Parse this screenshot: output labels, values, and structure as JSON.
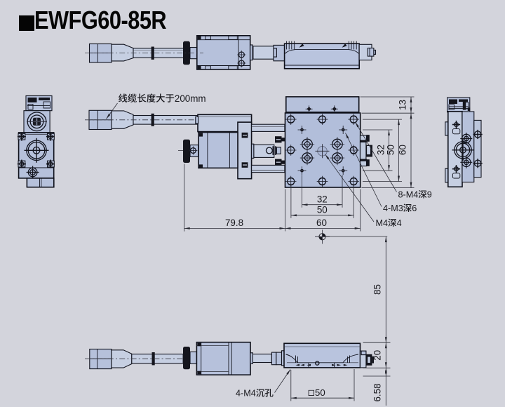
{
  "page": {
    "background": "#d4d5dd",
    "drawing_type": "mechanical-drawing"
  },
  "title": {
    "bullet": "■",
    "text": "EWFG60-85R"
  },
  "annotations": {
    "cable_note": "线缆长度大于200mm",
    "holes_m4_top": "8-M4深9",
    "holes_m3_top": "4-M3深6",
    "hole_m4_center": "M4深4",
    "holes_m4_cbore": "4-M4沉孔"
  },
  "dimensions": {
    "plate_strip_height": "13",
    "holes_m3_span_v": "32",
    "holes_m4_span_v": "50",
    "plate_size_v": "60",
    "holes_m3_span_h": "32",
    "holes_m4_span_h": "50",
    "plate_size_h": "60",
    "motor_length": "79.8",
    "center_height": "85",
    "body_height": "20",
    "base_lip": "6.58",
    "mount_square": "□50"
  },
  "colors": {
    "background": "#d4d5dd",
    "part_fill": "#b6c1db",
    "part_fill_light": "#c6cfe2",
    "plate_fill": "#b2beda",
    "line": "#12141f",
    "black_fill": "#14151d",
    "dim_line": "#2c2d36",
    "text": "#17171c"
  }
}
